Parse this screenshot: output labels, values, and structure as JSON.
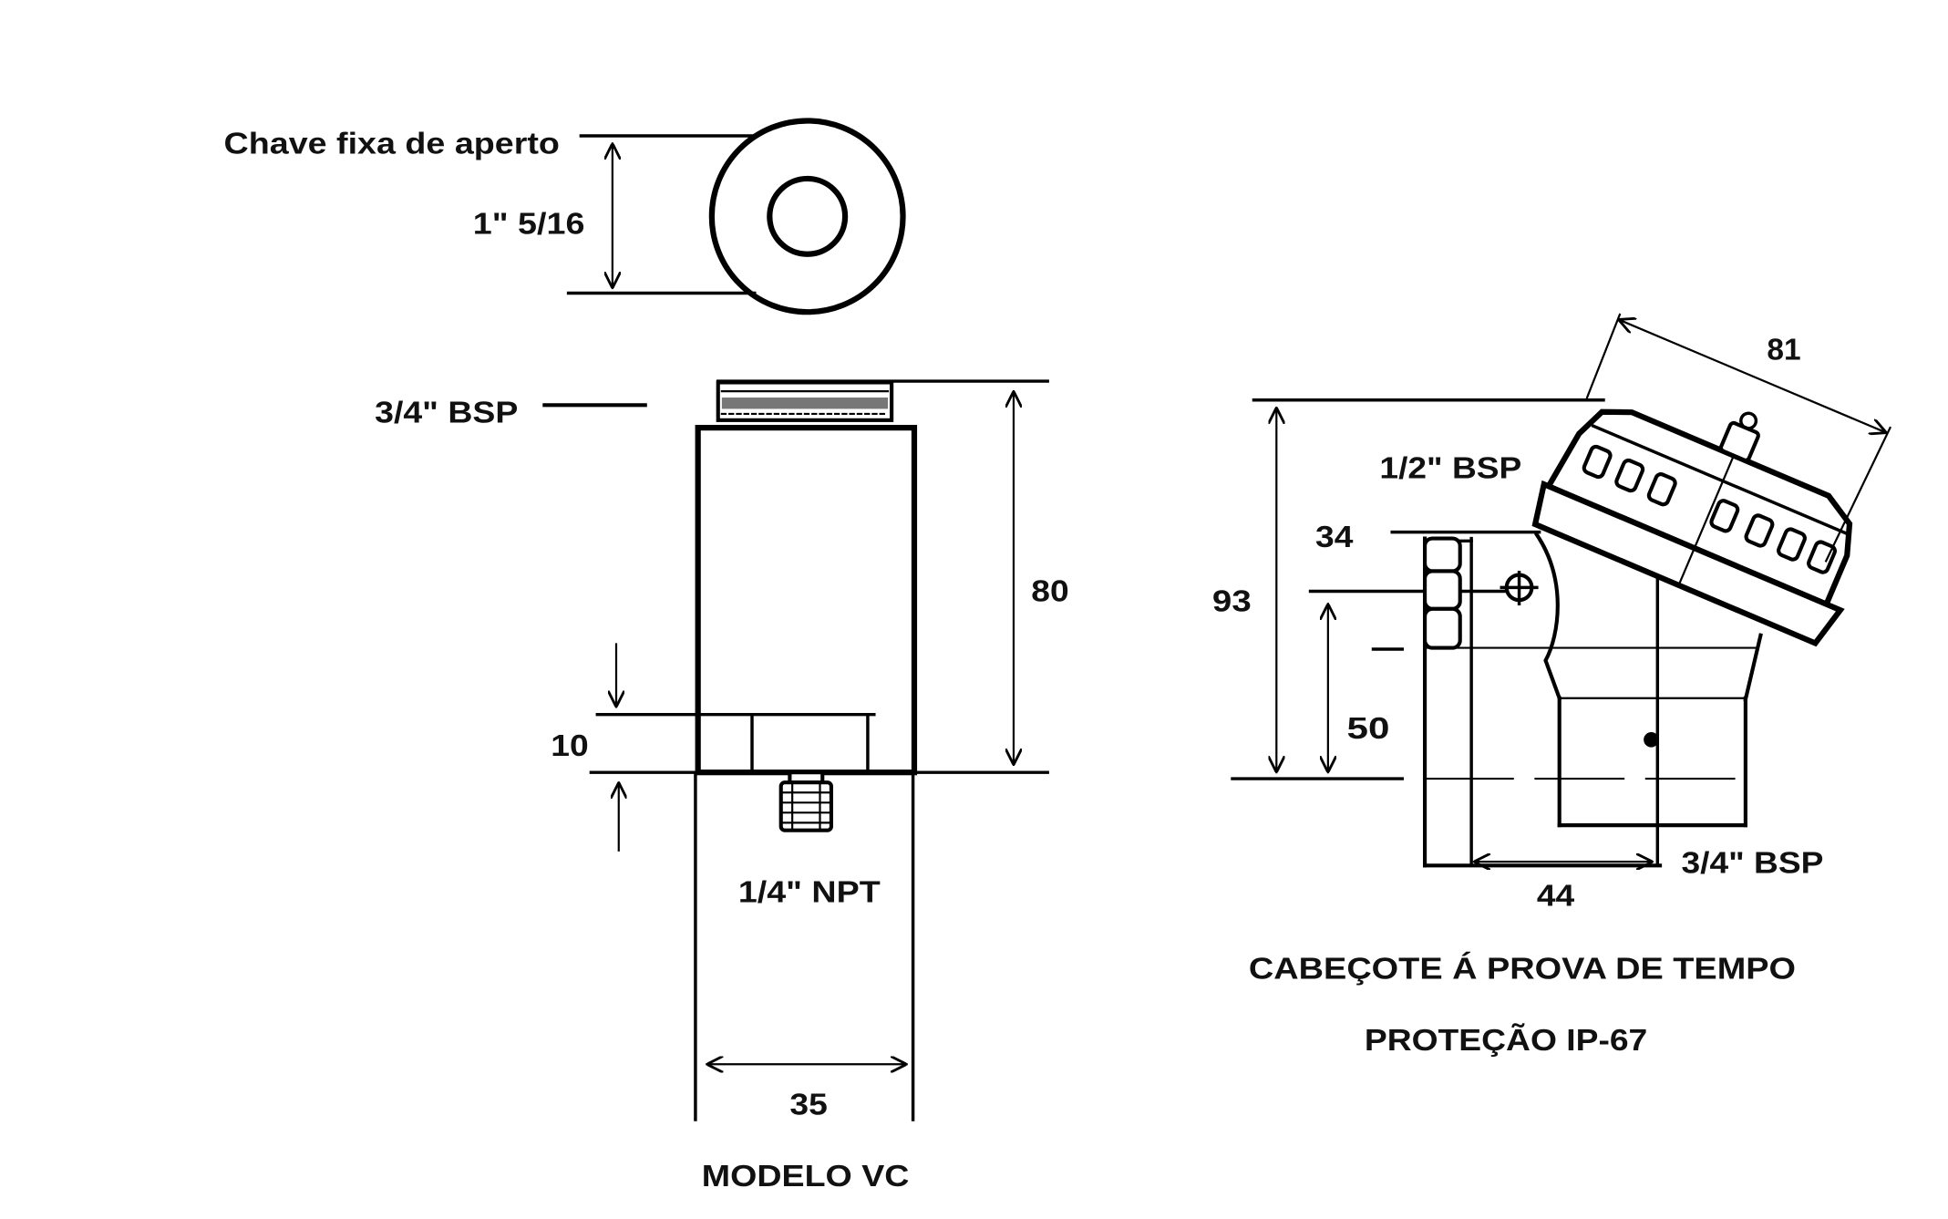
{
  "model_vc": {
    "wrench_label": "Chave fixa de aperto",
    "wrench_size": "1\" 5/16",
    "top_thread": "3/4\" BSP",
    "height": "80",
    "base_height": "10",
    "bottom_thread": "1/4\" NPT",
    "width": "35",
    "title": "MODELO VC"
  },
  "weatherproof_head": {
    "head_width": "81",
    "conduit_thread": "1/2\" BSP",
    "dim_34": "34",
    "total_height": "93",
    "dim_50": "50",
    "process_thread": "3/4\" BSP",
    "dim_44": "44",
    "title": "CABEÇOTE Á PROVA DE TEMPO",
    "protection": "PROTEÇÃO IP-67"
  }
}
